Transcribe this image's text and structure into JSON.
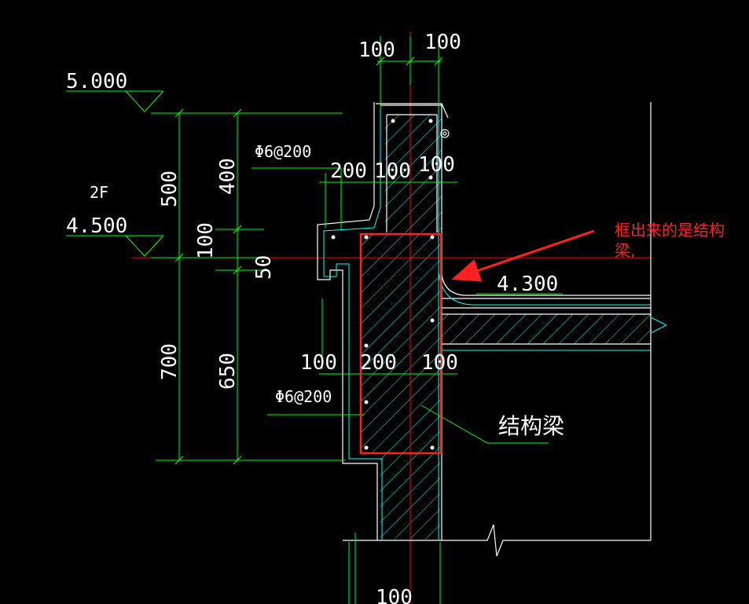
{
  "colors": {
    "background": "#000000",
    "dimension": "#00ff00",
    "outline": "#ffffff",
    "hatch": "#00ffff",
    "axis": "#ff0000",
    "highlight": "#ff2020",
    "annotation": "#ff2020",
    "floor_label": "#ff00ff",
    "text": "#ffffff"
  },
  "elevations": {
    "top": "5.000",
    "second": "4.500",
    "slab": "4.300"
  },
  "floor_label": "2F",
  "dims": {
    "top_left": "100",
    "top_right": "100",
    "mid_200": "200",
    "mid_100a": "100",
    "mid_100b": "100",
    "low_100a": "100",
    "low_200": "200",
    "low_100b": "100",
    "bottom": "100",
    "left_500": "500",
    "left_700": "700",
    "inner_400": "400",
    "inner_100": "100",
    "inner_50": "50",
    "inner_650": "650"
  },
  "rebar": {
    "upper": "Φ6@200",
    "lower": "Φ6@200"
  },
  "labels": {
    "structural_beam": "结构梁"
  },
  "annotation": {
    "line1": "框出来的是结构",
    "line2": "梁,"
  }
}
